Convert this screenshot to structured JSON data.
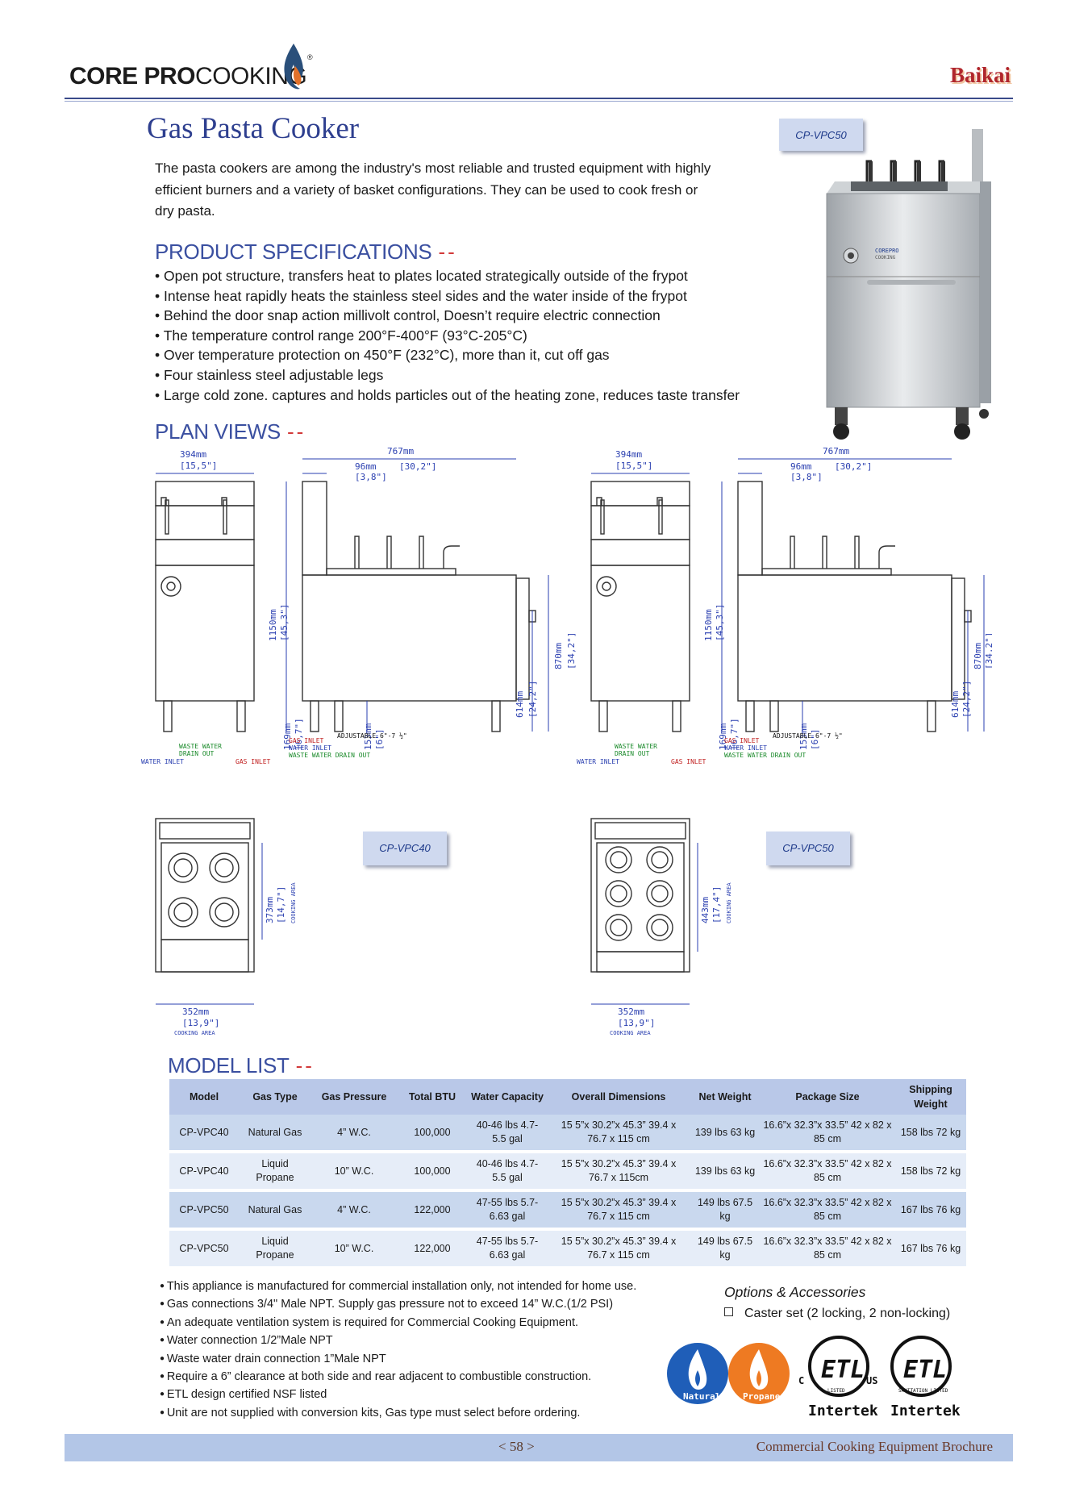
{
  "header": {
    "logo_bold": "CORE PRO",
    "logo_light": "COOKING",
    "logo_mark": "®",
    "brand_right": "Baikai"
  },
  "title": "Gas Pasta Cooker",
  "intro": "The pasta cookers are among the industry's most reliable and trusted equipment with highly efficient burners and a variety of basket configurations. They can be used to cook fresh or dry pasta.",
  "product_tag": "CP-VPC50",
  "product_panel_logo": "COREPRO COOKING",
  "specs": {
    "heading": "PRODUCT SPECIFICATIONS",
    "dash": "--",
    "items": [
      "Open pot structure, transfers heat to plates located strategically outside of the frypot",
      "Intense heat rapidly heats the stainless steel sides and the water inside of the frypot",
      "Behind the door snap action millivolt control, Doesn’t require electric connection",
      "The temperature control range 200°F-400°F (93°C-205°C)",
      "Over temperature protection on 450°F (232°C), more than it, cut off gas",
      "Four stainless steel adjustable legs",
      "Large cold zone. captures and holds particles out of the heating zone, reduces taste transfer"
    ]
  },
  "plan": {
    "heading": "PLAN VIEWS",
    "dash": "--",
    "dims": {
      "width_mm": "394mm",
      "width_in": "[15,5\"]",
      "depth_mm": "767mm",
      "depth_in": "[30,2\"]",
      "offset_mm": "96mm",
      "offset_in": "[3,8\"]",
      "height_mm": "1150mm",
      "height_in": "[45,3\"]",
      "work_mm": "870mm",
      "work_in": "[34,2\"]",
      "door_mm": "614mm",
      "door_in": "[24,2\"]",
      "leg_mm": "169mm",
      "leg_in": "[6,7\"]",
      "foot_mm": "153mm",
      "foot_in": "[6\"]",
      "adjustable": "ADJUSTABLE 6\"-7 ½\""
    },
    "labels": {
      "gas_inlet": "GAS INLET",
      "water_inlet": "WATER INLET",
      "waste_drain": "WASTE WATER DRAIN OUT",
      "waste_top": "WASTE WATER",
      "drain_out": "DRAIN OUT",
      "cooking_area": "COOKING AREA"
    },
    "top_views": [
      {
        "tag": "CP-VPC40",
        "depth_mm": "373mm",
        "depth_in": "[14,7\"]",
        "width_mm": "352mm",
        "width_in": "[13,9\"]"
      },
      {
        "tag": "CP-VPC50",
        "depth_mm": "443mm",
        "depth_in": "[17,4\"]",
        "width_mm": "352mm",
        "width_in": "[13,9\"]"
      }
    ]
  },
  "models": {
    "heading": "MODEL LIST",
    "dash": "--",
    "columns": [
      "Model",
      "Gas Type",
      "Gas Pressure",
      "Total BTU",
      "Water Capacity",
      "Overall Dimensions",
      "Net Weight",
      "Package Size",
      "Shipping Weight"
    ],
    "rows": [
      [
        "CP-VPC40",
        "Natural Gas",
        "4” W.C.",
        "100,000",
        "40-46 lbs 4.7-5.5 gal",
        "15 5”x 30.2”x 45.3” 39.4 x 76.7 x 115 cm",
        "139 lbs 63 kg",
        "16.6”x 32.3”x 33.5” 42 x 82 x 85 cm",
        "158 lbs 72 kg"
      ],
      [
        "CP-VPC40",
        "Liquid Propane",
        "10” W.C.",
        "100,000",
        "40-46 lbs 4.7-5.5 gal",
        "15 5”x 30.2”x 45.3” 39.4 x 76.7 x 115cm",
        "139 lbs 63 kg",
        "16.6”x 32.3”x 33.5” 42 x 82 x 85 cm",
        "158 lbs 72 kg"
      ],
      [
        "CP-VPC50",
        "Natural Gas",
        "4” W.C.",
        "122,000",
        "47-55 lbs 5.7-6.63 gal",
        "15 5”x 30.2”x 45.3” 39.4 x 76.7 x 115 cm",
        "149 lbs 67.5 kg",
        "16.6”x 32.3”x 33.5” 42 x 82 x 85 cm",
        "167 lbs 76 kg"
      ],
      [
        "CP-VPC50",
        "Liquid Propane",
        "10” W.C.",
        "122,000",
        "47-55 lbs 5.7-6.63 gal",
        "15 5”x 30.2”x 45.3” 39.4 x 76.7 x 115 cm",
        "149 lbs 67.5 kg",
        "16.6”x 32.3”x 33.5” 42 x 82 x 85 cm",
        "167 lbs 76 kg"
      ]
    ]
  },
  "notes": [
    "This appliance is manufactured for commercial installation only, not intended for home use.",
    "Gas connections 3/4\" Male NPT. Supply gas pressure not to exceed 14” W.C.(1/2 PSI)",
    "An adequate ventilation system is required for Commercial Cooking Equipment.",
    "Water connection 1/2”Male NPT",
    "Waste water drain connection 1”Male NPT",
    "Require a 6” clearance at both side and rear adjacent to combustible construction.",
    "ETL design certified NSF listed",
    "Unit are not supplied with conversion kits, Gas type must select before ordering."
  ],
  "options": {
    "title": "Options & Accessories",
    "items": [
      "Caster set (2 locking, 2 non-locking)"
    ]
  },
  "badges": {
    "natural": "Natural Gas",
    "propane": "Propane Gas",
    "etl1_left": "C",
    "etl1_right": "US",
    "etl_text": "ETL",
    "listed": "LISTED",
    "sanitation": "SANITATION LISTED",
    "intertek": "Intertek"
  },
  "footer": {
    "page": "< 58 >",
    "title": "Commercial Cooking Equipment Brochure"
  },
  "colors": {
    "title_blue": "#2e3f8f",
    "heading_blue": "#3a4fa0",
    "accent_red": "#d23a3a",
    "table_header": "#b9c8e8",
    "footer_bar": "#b3c6e7",
    "natural_gas_badge": "#1f5eb8",
    "propane_badge": "#ee7a22"
  }
}
